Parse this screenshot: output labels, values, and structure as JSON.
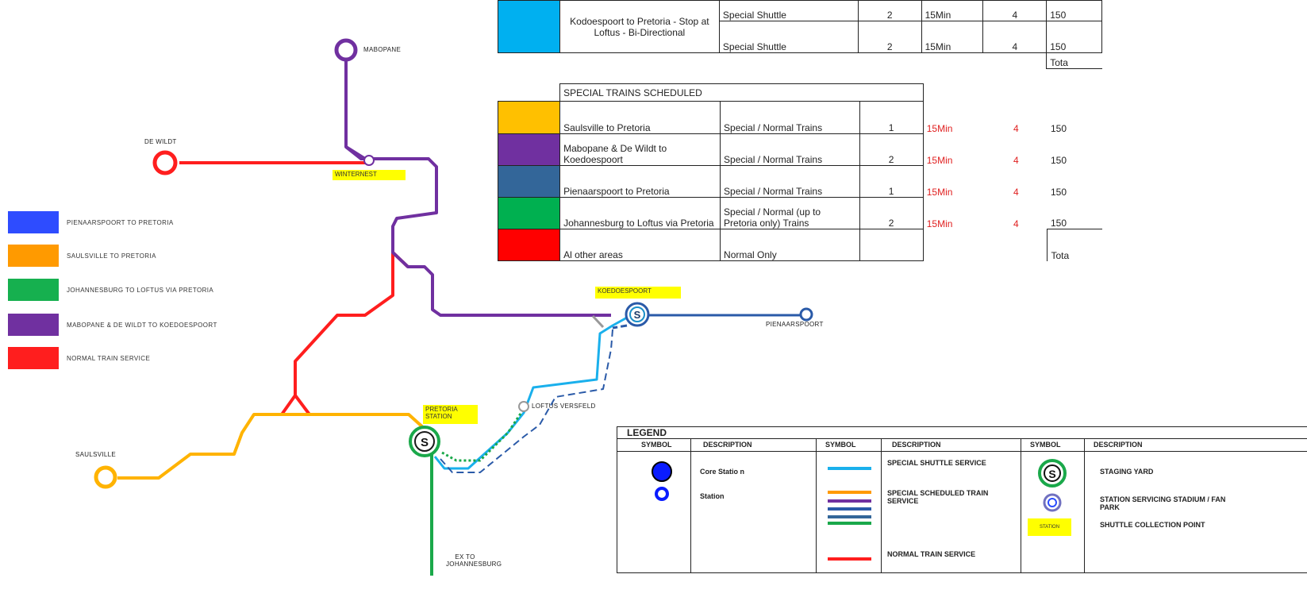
{
  "title": "",
  "colors": {
    "red": "#ff1e1e",
    "purple": "#7030a0",
    "orange": "#ffb300",
    "green": "#1aa84a",
    "cyan": "#1ab0ec",
    "navy": "#2a5aa8",
    "blue": "#2e4cff",
    "yellow": "#ffff00"
  },
  "stations": {
    "mabopane": "MABOPANE",
    "de_wildt": "DE WILDT",
    "wonderboom": "WINTERNEST",
    "saulsville": "SAULSVILLE",
    "pienaarspoort": "PIENAARSPOORT",
    "loftus": "LOFTUS VERSFELD",
    "johannesburg": "EX TO JOHANNESBURG"
  },
  "shuttle_points": {
    "wonderboom": "WINTERNEST",
    "koedoespoort": "KOEDOESPOORT",
    "pretoria": "PRETORIA STATION"
  },
  "route_legend": [
    {
      "label": "PIENAARSPOORT TO PRETORIA",
      "color": "#2e4cff"
    },
    {
      "label": "SAULSVILLE TO PRETORIA",
      "color": "#ff9a00"
    },
    {
      "label": "JOHANNESBURG TO LOFTUS VIA PRETORIA",
      "color": "#16b04f"
    },
    {
      "label": "MABOPANE  &  DE WILDT TO KOEDOESPOORT",
      "color": "#7030a0"
    },
    {
      "label": "NORMAL TRAIN SERVICE",
      "color": "#ff1e1e"
    }
  ],
  "shuttle_table": {
    "color": "#00b0f0",
    "route": "Kodoespoort to Pretoria - Stop at Loftus - Bi-Directional",
    "rows": [
      {
        "type": "Special Shuttle",
        "trains": "2",
        "freq": "15Min",
        "cars": "4",
        "cap": "150"
      },
      {
        "type": "Special Shuttle",
        "trains": "2",
        "freq": "15Min",
        "cars": "4",
        "cap": "150"
      }
    ],
    "total": "Tota"
  },
  "special_table": {
    "heading": "SPECIAL TRAINS SCHEDULED",
    "rows": [
      {
        "color": "#ffc000",
        "route": "Saulsville to Pretoria",
        "type": "Special / Normal Trains",
        "trains": "1",
        "freq": "15Min",
        "cars": "4",
        "cap": "150"
      },
      {
        "color": "#7030a0",
        "route": "Mabopane & De Wildt to Koedoespoort",
        "type": "Special / Normal Trains",
        "trains": "2",
        "freq": "15Min",
        "cars": "4",
        "cap": "150"
      },
      {
        "color": "#336699",
        "route": "Pienaarspoort to Pretoria",
        "type": "Special / Normal Trains",
        "trains": "1",
        "freq": "15Min",
        "cars": "4",
        "cap": "150"
      },
      {
        "color": "#00b050",
        "route": "Johannesburg to Loftus via Pretoria",
        "type": "Special / Normal (up to Pretoria only) Trains",
        "trains": "2",
        "freq": "15Min",
        "cars": "4",
        "cap": "150"
      },
      {
        "color": "#ff0000",
        "route": "Al other areas",
        "type": "Normal Only",
        "trains": "",
        "freq": "",
        "cars": "",
        "cap": ""
      }
    ],
    "total": "Tota"
  },
  "legend": {
    "title": "LEGEND",
    "col_symbol": "SYMBOL",
    "col_description": "DESCRIPTION",
    "core_station": "Core Statio n",
    "station": "Station",
    "special_shuttle": "SPECIAL SHUTTLE SERVICE",
    "special_scheduled": "SPECIAL SCHEDULED TRAIN SERVICE",
    "normal_train": "NORMAL TRAIN SERVICE",
    "staging_yard": "STAGING YARD",
    "stadium_station": "STATION SERVICING STADIUM / FAN PARK",
    "shuttle_point": "SHUTTLE COLLECTION POINT",
    "shuttle_swatch_text": "STATION",
    "staging_symbol": "S"
  }
}
